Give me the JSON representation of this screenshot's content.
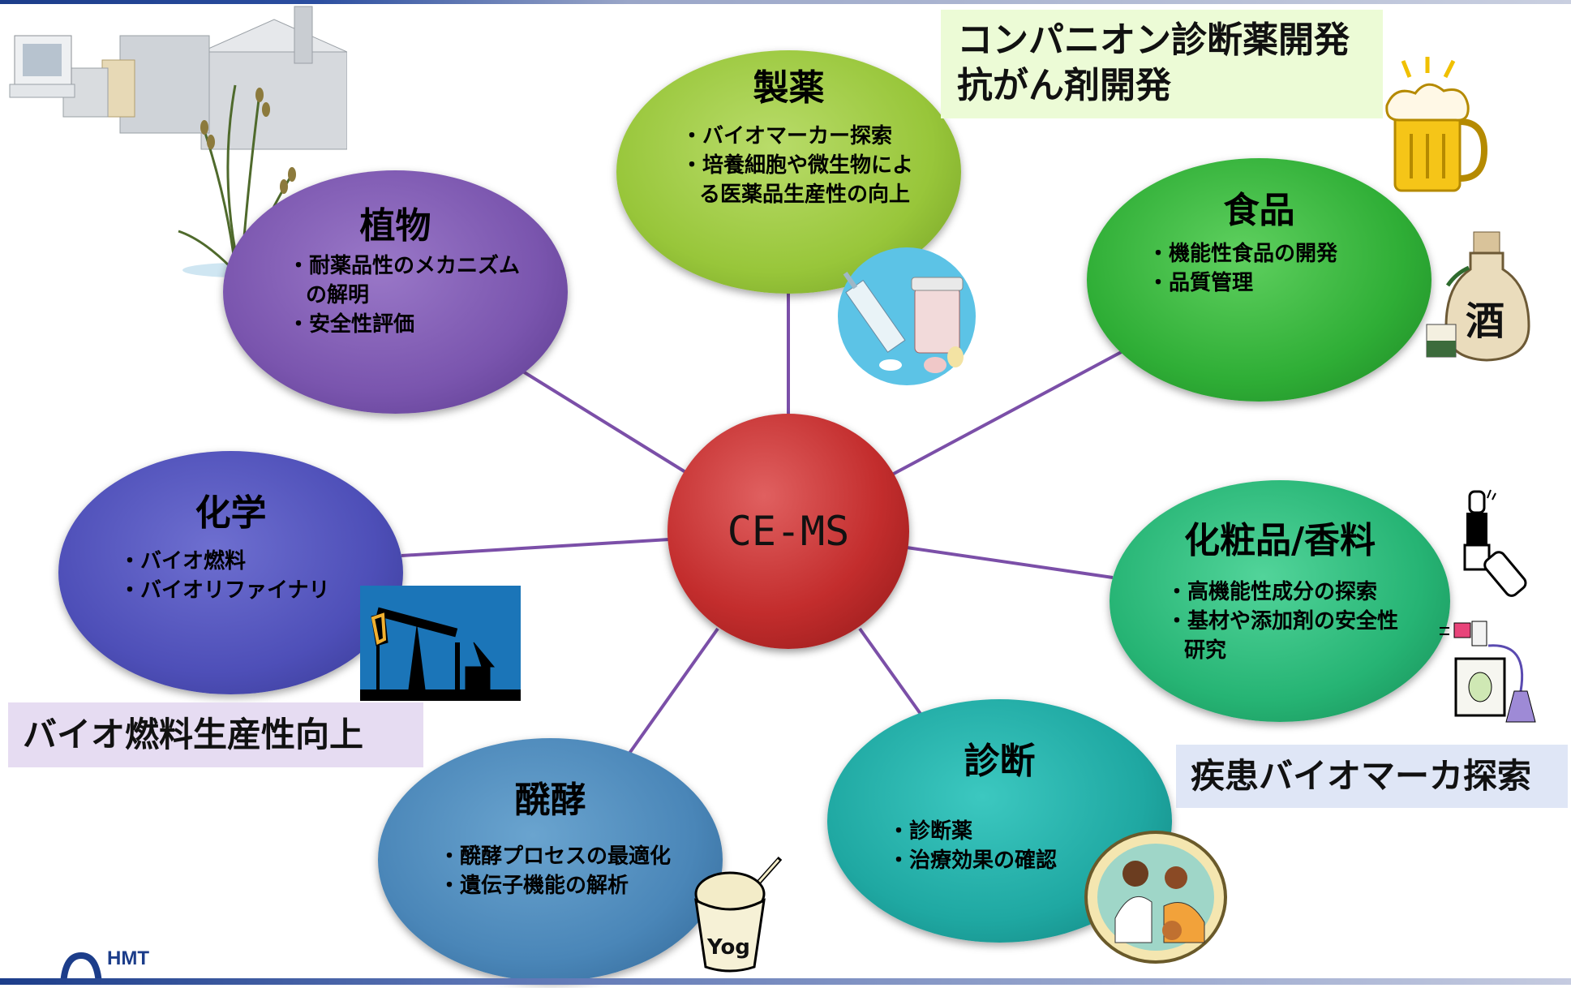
{
  "center": {
    "label": "CE-MS"
  },
  "nodes": {
    "pharma": {
      "title": "製薬",
      "items": [
        "・バイオマーカー探索",
        "・培養細胞や微生物による医薬品生産性の向上"
      ]
    },
    "plant": {
      "title": "植物",
      "items": [
        "・耐薬品性のメカニズムの解明",
        "・安全性評価"
      ]
    },
    "food": {
      "title": "食品",
      "items": [
        "・機能性食品の開発",
        "・品質管理"
      ]
    },
    "chem": {
      "title": "化学",
      "items": [
        "・バイオ燃料",
        "・バイオリファイナリ"
      ]
    },
    "cosme": {
      "title": "化粧品/香料",
      "items": [
        "・高機能性成分の探索",
        "・基材や添加剤の安全性研究"
      ]
    },
    "diag": {
      "title": "診断",
      "items": [
        "・診断薬",
        "・治療効果の確認"
      ]
    },
    "ferm": {
      "title": "醗酵",
      "items": [
        "・醗酵プロセスの最適化",
        "・遺伝子機能の解析"
      ]
    }
  },
  "banners": {
    "companion_line1": "コンパニオン診断薬開発",
    "companion_line2": "抗がん剤開発",
    "biofuel": "バイオ燃料生産性向上",
    "disease": "疾患バイオマーカ探索"
  },
  "illustrations": {
    "sake_label": "酒",
    "yogurt_label": "Yog"
  },
  "logo": {
    "text": "HMT"
  },
  "colors": {
    "center": "#c32d2d",
    "pharma": "#98c63a",
    "plant": "#7a55ae",
    "food": "#2fae36",
    "chem": "#4e4fb8",
    "cosme": "#26b474",
    "diag": "#1fa8a2",
    "ferm": "#4a86b8",
    "connector": "#7b4fa8"
  }
}
